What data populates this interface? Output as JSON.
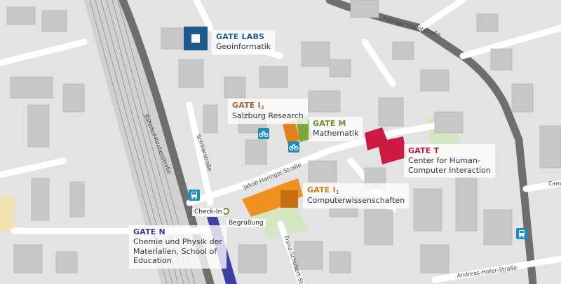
{
  "gates": {
    "labs": {
      "title": "GATE  LABS",
      "desc": "Geoinformatik",
      "color": "#1b5a8a"
    },
    "i2": {
      "title_main": "GATE I",
      "title_sub": "2",
      "desc": "Salzburg Research",
      "color": "#a0683a"
    },
    "m": {
      "title": "GATE M",
      "desc": "Mathematik",
      "color": "#6e8b2f"
    },
    "t": {
      "title": "GATE T",
      "desc_line1": "Center for Human-",
      "desc_line2": "Computer Interaction",
      "color": "#c8163f"
    },
    "i1": {
      "title_main": "GATE I",
      "title_sub": "1",
      "desc": "Computerwissenschaften",
      "color": "#d17a12"
    },
    "n": {
      "title": "GATE N",
      "desc_line1": "Chemie und Physik der",
      "desc_line2": "Materialien, School of",
      "desc_line3": "Education",
      "color": "#3b3b9b"
    }
  },
  "streets": {
    "haringer": "Itzlinger Hauptstraße",
    "schiller": "Schillerstraße",
    "jakob": "Jakob-Haringer-Straße",
    "franz": "Franz-Schubert-Straße",
    "andreas": "Andreas-Hofer-Straße",
    "kirchenstrasse": "Bahnhof-Kirchenstraße",
    "camillo": "Cami"
  },
  "points": {
    "checkin": "Check-In",
    "begruessung": "Begrüßung"
  },
  "icons": {
    "bus": "bus-stop-icon",
    "bike": "bike-parking-icon"
  }
}
